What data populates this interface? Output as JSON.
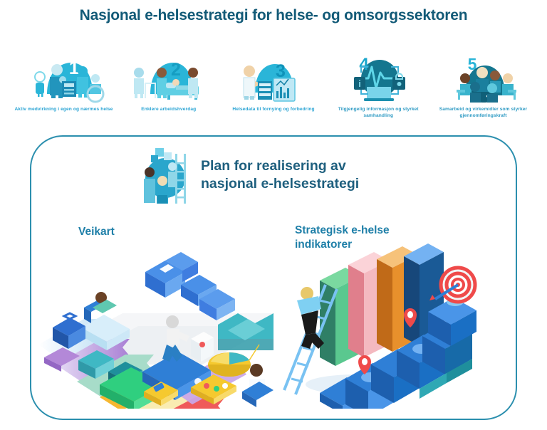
{
  "page": {
    "title": "Nasjonal e-helsestrategi for helse- og omsorgssektoren",
    "background_color": "#ffffff"
  },
  "goals": {
    "items": [
      {
        "number": "1",
        "label": "Aktiv medvirkning i egen og nærmes helse",
        "icon": "family-care-group-icon",
        "color": "#28b6d8"
      },
      {
        "number": "2",
        "label": "Enklere arbeidshverdag",
        "icon": "bedside-care-icon",
        "color": "#28b6d8"
      },
      {
        "number": "3",
        "label": "Helsedata til fornying og forbedring",
        "icon": "doctor-data-panel-icon",
        "color": "#28b6d8"
      },
      {
        "number": "4",
        "label": "Tilgjengelig informasjon og styrket samhandling",
        "icon": "secure-information-icon",
        "color": "#1a7f96"
      },
      {
        "number": "5",
        "label": "Samarbeid og virkemidler som styrker gjennomføringskraft",
        "icon": "meeting-table-icon",
        "color": "#1a7f96"
      }
    ]
  },
  "plan_panel": {
    "border_color": "#2b8fae",
    "heading": "Plan for realisering av\nnasjonal e-helsestrategi",
    "heading_icon": "people-ladder-icon",
    "sections": [
      {
        "label": "Veikart",
        "illustration": "isometric-roadmap-illustration",
        "color": "#1e7fa8"
      },
      {
        "label": "Strategisk e-helse\nindikatorer",
        "illustration": "isometric-bar-chart-stairs-target-illustration",
        "color": "#1e7fa8"
      }
    ]
  },
  "palette": {
    "title_blue": "#125a77",
    "label_blue": "#2aa4d4",
    "section_blue": "#1e7fa8",
    "panel_border": "#2b8fae",
    "roadmap_bands": [
      "#bfe0f5",
      "#a97fd4",
      "#9fd9c8",
      "#f5b731",
      "#f7e49a",
      "#ef5a5a"
    ],
    "indicator_bars": [
      "#5ac88f",
      "#f4b9c0",
      "#e8902c",
      "#2f7fd6",
      "#1a5a96"
    ],
    "pin_red": "#ef4a4a"
  }
}
